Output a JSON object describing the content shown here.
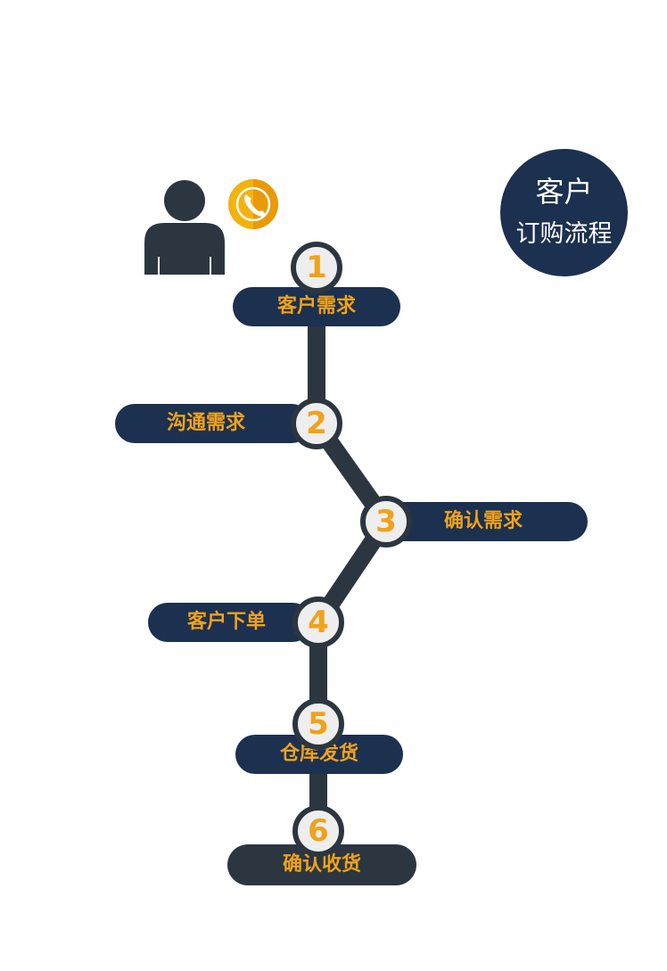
{
  "badge": {
    "line1": "客户",
    "line2": "订购流程"
  },
  "steps": [
    {
      "number": "1",
      "label": "客户需求"
    },
    {
      "number": "2",
      "label": "沟通需求"
    },
    {
      "number": "3",
      "label": "确认需求"
    },
    {
      "number": "4",
      "label": "客户下单"
    },
    {
      "number": "5",
      "label": "仓库发货"
    },
    {
      "number": "6",
      "label": "确认收货"
    }
  ],
  "colors": {
    "navy": "#1c3050",
    "dark_slate": "#2b3640",
    "accent_orange": "#f0a21a",
    "phone_yellow": "#f4b20e"
  },
  "icons": [
    "person-icon",
    "phone-icon"
  ]
}
